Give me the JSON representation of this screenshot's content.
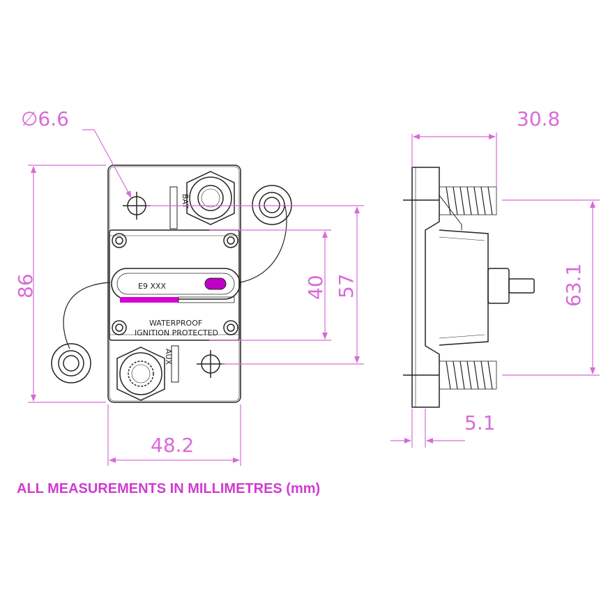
{
  "dimensions": {
    "hole_diameter": "∅6.6",
    "overall_height": "86",
    "inner_stud_distance_40": "40",
    "inner_stud_distance_57": "57",
    "width": "48.2",
    "side_depth": "30.8",
    "side_stud_span": "63.1",
    "flange_thickness": "5.1"
  },
  "labels": {
    "model": "E9 XXX",
    "waterproof": "WATERPROOF",
    "ignition": "IGNITION  PROTECTED",
    "terminal_top": "BAT",
    "terminal_bottom": "AUX"
  },
  "footnote": "ALL MEASUREMENTS IN MILLIMETRES (mm)",
  "colors": {
    "dimension": "#d86ad8",
    "indicator": "#d400d4",
    "outline": "#222222"
  }
}
